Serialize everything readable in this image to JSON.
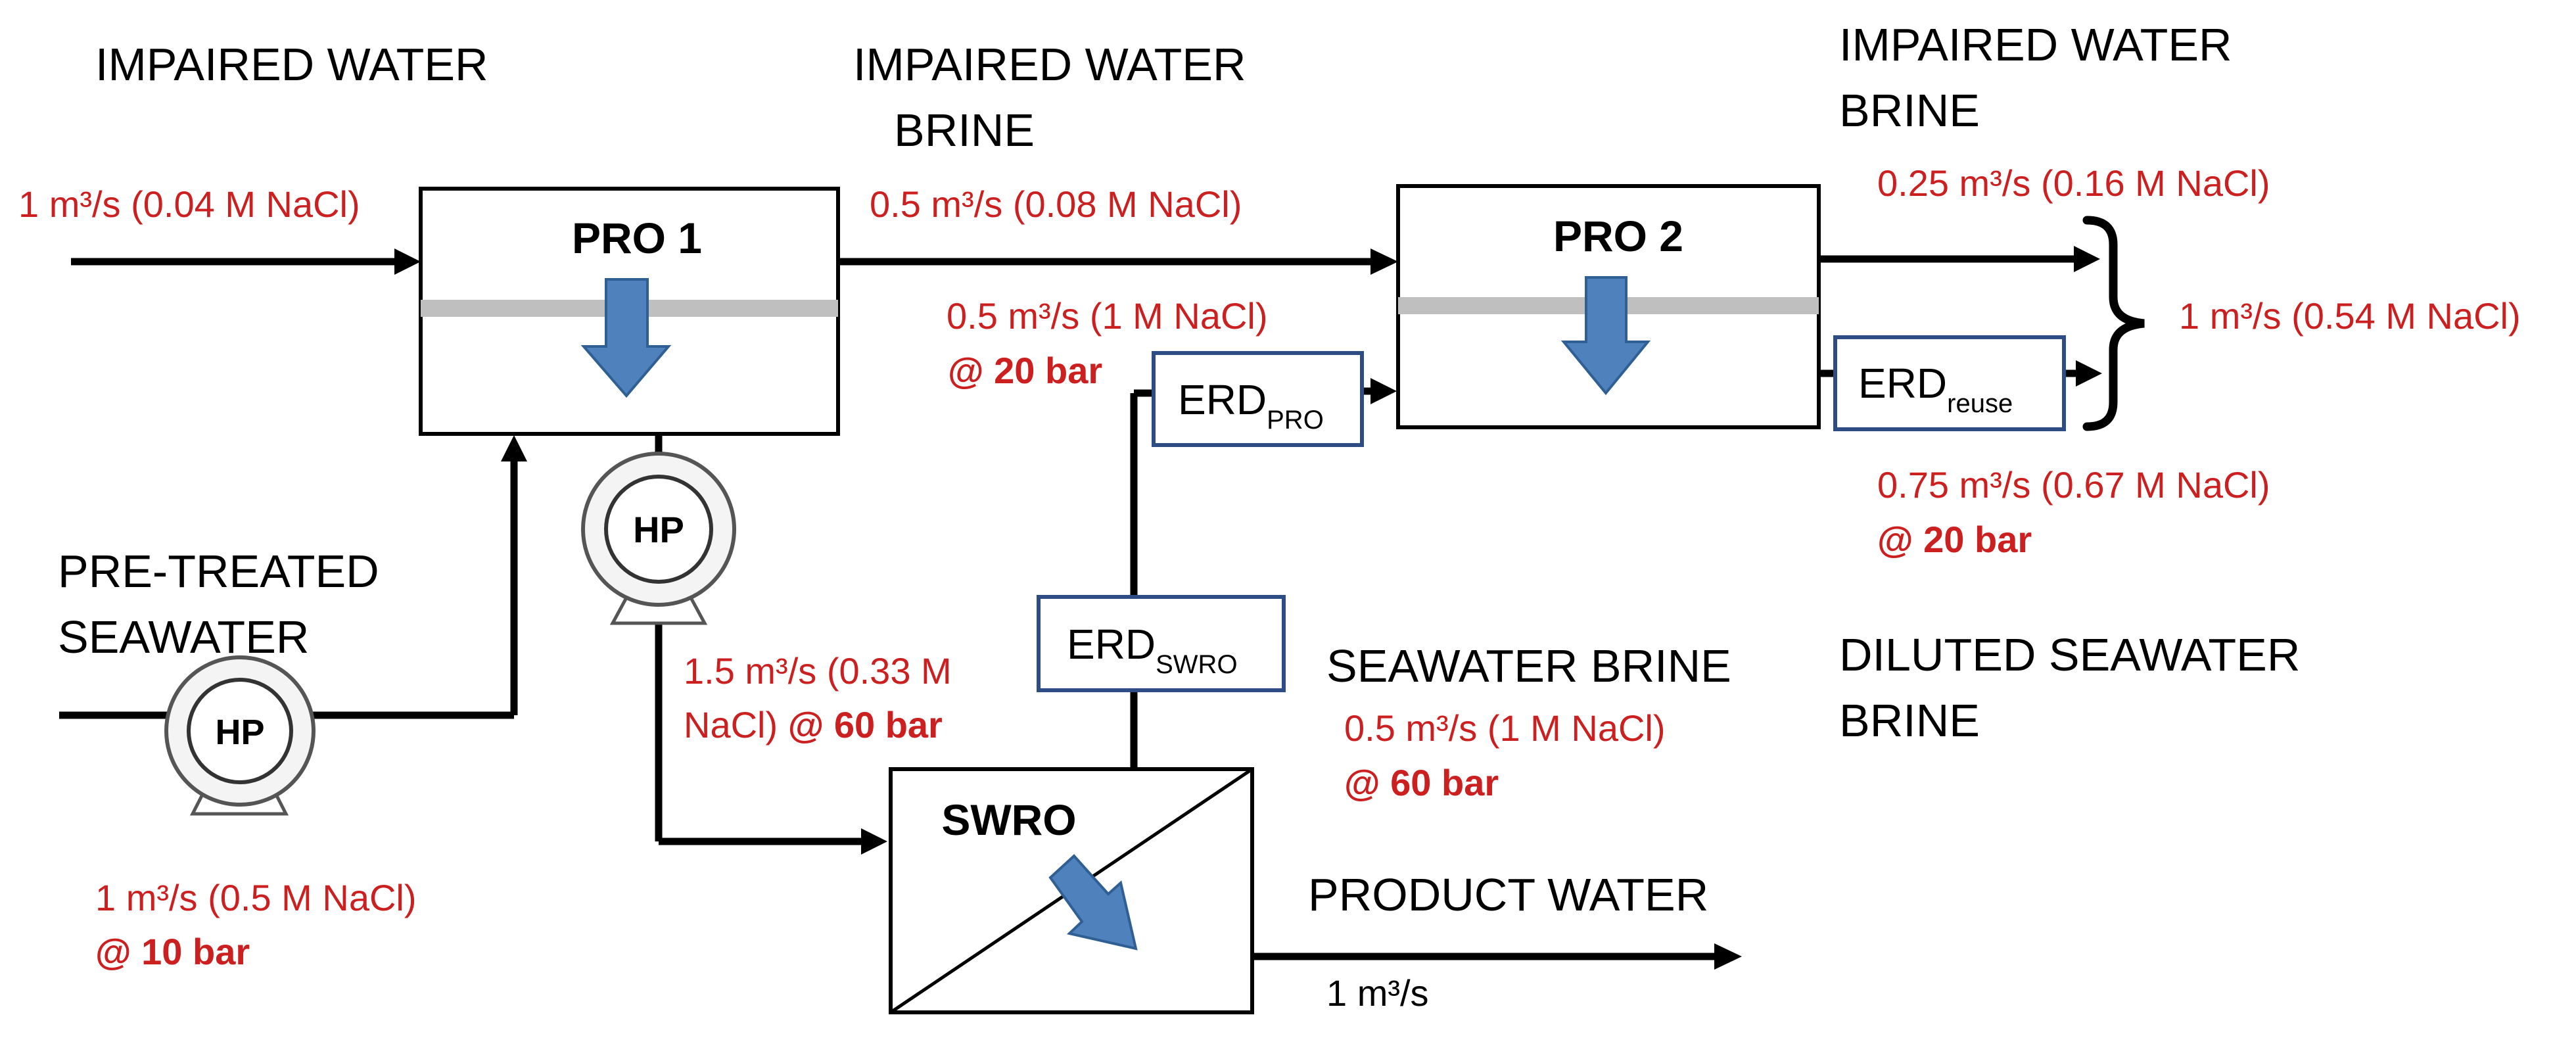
{
  "units": {
    "pro1": "PRO 1",
    "pro2": "PRO 2",
    "swro": "SWRO",
    "pump": "HP"
  },
  "erd": {
    "pro": {
      "main": "ERD",
      "sub": "PRO"
    },
    "swro": {
      "main": "ERD",
      "sub": "SWRO"
    },
    "reuse": {
      "main": "ERD",
      "sub": "reuse"
    }
  },
  "headings": {
    "impaired_water": "IMPAIRED WATER",
    "impaired_brine_1": [
      "IMPAIRED WATER",
      "BRINE"
    ],
    "impaired_brine_2": [
      "IMPAIRED WATER",
      "BRINE"
    ],
    "pretreated_seawater": [
      "PRE-TREATED",
      "SEAWATER"
    ],
    "seawater_brine": "SEAWATER BRINE",
    "diluted_brine": [
      "DILUTED SEAWATER",
      "BRINE"
    ],
    "product_water": "PRODUCT WATER"
  },
  "flows": {
    "impaired_in": "1 m³/s (0.04 M NaCl)",
    "pro1_brine": "0.5 m³/s (0.08 M NaCl)",
    "pro1_draw_out": "0.5 m³/s (1 M NaCl)",
    "pro1_draw_out_p": "@ 20 bar",
    "pro2_brine": "0.25 m³/s (0.16 M NaCl)",
    "combined": "1 m³/s (0.54 M NaCl)",
    "pro2_draw_out": "0.75 m³/s (0.67 M NaCl)",
    "pro2_draw_out_p": "@ 20 bar",
    "swro_feed_1": "1.5 m³/s (0.33 M",
    "swro_feed_2": "NaCl)",
    "swro_feed_p": "@ 60 bar",
    "sw_brine": "0.5 m³/s (1 M NaCl)",
    "sw_brine_p": "@ 60 bar",
    "seawater_in": "1 m³/s (0.5 M NaCl)",
    "seawater_in_p": "@ 10 bar",
    "product": "1 m³/s"
  },
  "colors": {
    "flow_text": "#cc1f1f",
    "arrow_fill": "#4f81bd",
    "arrow_stroke": "#2f5f93",
    "membrane": "#bfbfbf",
    "erd_border": "#2e4d84"
  }
}
